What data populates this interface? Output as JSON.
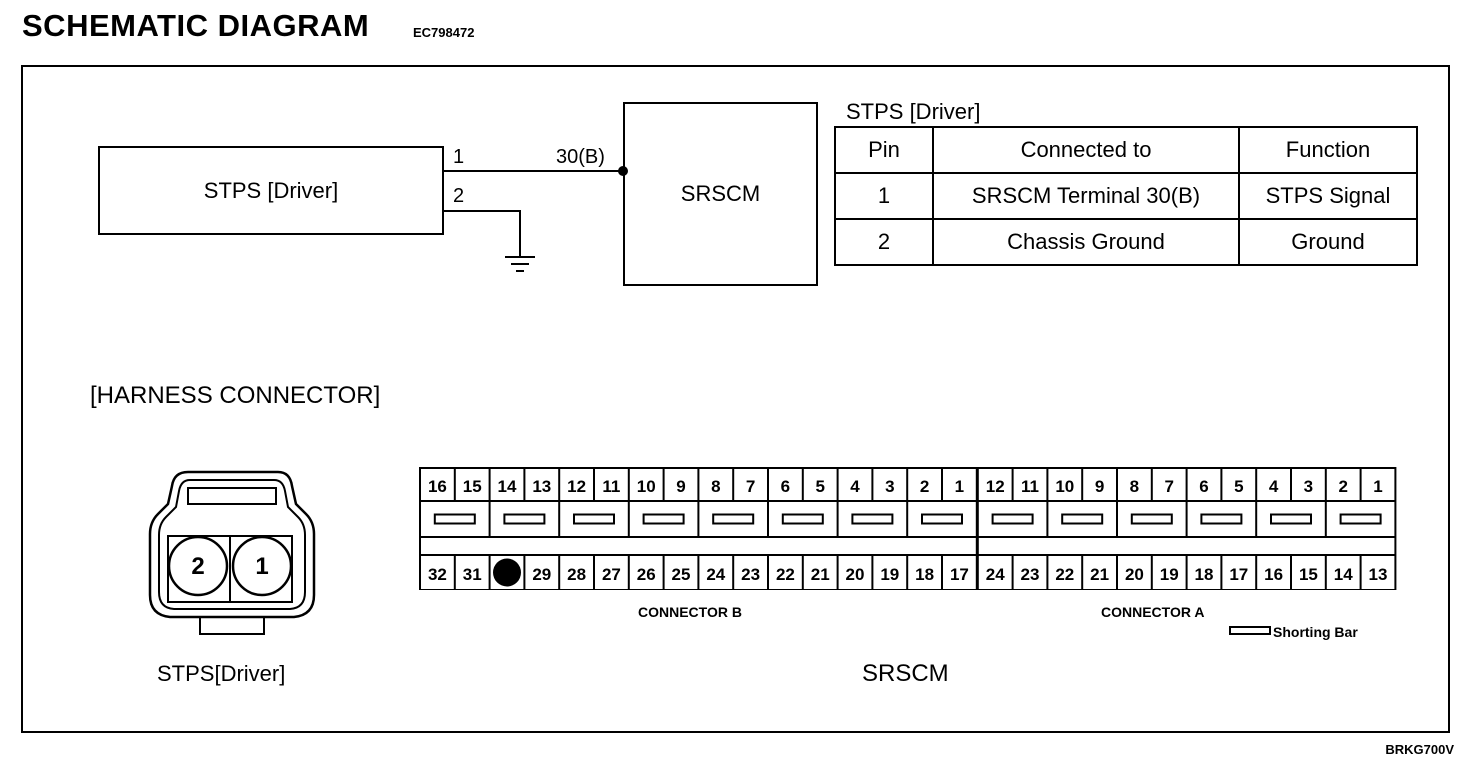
{
  "header": {
    "title": "SCHEMATIC DIAGRAM",
    "code": "EC798472"
  },
  "figure_code": "BRKG700V",
  "schematic": {
    "sensor_label": "STPS [Driver]",
    "module_label": "SRSCM",
    "pin1": "1",
    "pin2": "2",
    "terminal": "30(B)"
  },
  "pin_table": {
    "title": "STPS [Driver]",
    "headers": [
      "Pin",
      "Connected to",
      "Function"
    ],
    "rows": [
      [
        "1",
        "SRSCM Terminal 30(B)",
        "STPS Signal"
      ],
      [
        "2",
        "Chassis Ground",
        "Ground"
      ]
    ]
  },
  "harness": {
    "title": "[HARNESS CONNECTOR]",
    "stps_caption": "STPS[Driver]",
    "stps_pins": [
      "2",
      "1"
    ],
    "srscm_caption": "SRSCM",
    "connector_b_label": "CONNECTOR B",
    "connector_a_label": "CONNECTOR A",
    "shorting_bar_label": "Shorting Bar",
    "connector_b_top": [
      "16",
      "15",
      "14",
      "13",
      "12",
      "11",
      "10",
      "9",
      "8",
      "7",
      "6",
      "5",
      "4",
      "3",
      "2",
      "1"
    ],
    "connector_b_bottom": [
      "32",
      "31",
      "30",
      "29",
      "28",
      "27",
      "26",
      "25",
      "24",
      "23",
      "22",
      "21",
      "20",
      "19",
      "18",
      "17"
    ],
    "connector_a_top": [
      "12",
      "11",
      "10",
      "9",
      "8",
      "7",
      "6",
      "5",
      "4",
      "3",
      "2",
      "1"
    ],
    "connector_a_bottom": [
      "24",
      "23",
      "22",
      "21",
      "20",
      "19",
      "18",
      "17",
      "16",
      "15",
      "14",
      "13"
    ],
    "highlighted_pin": "30"
  }
}
